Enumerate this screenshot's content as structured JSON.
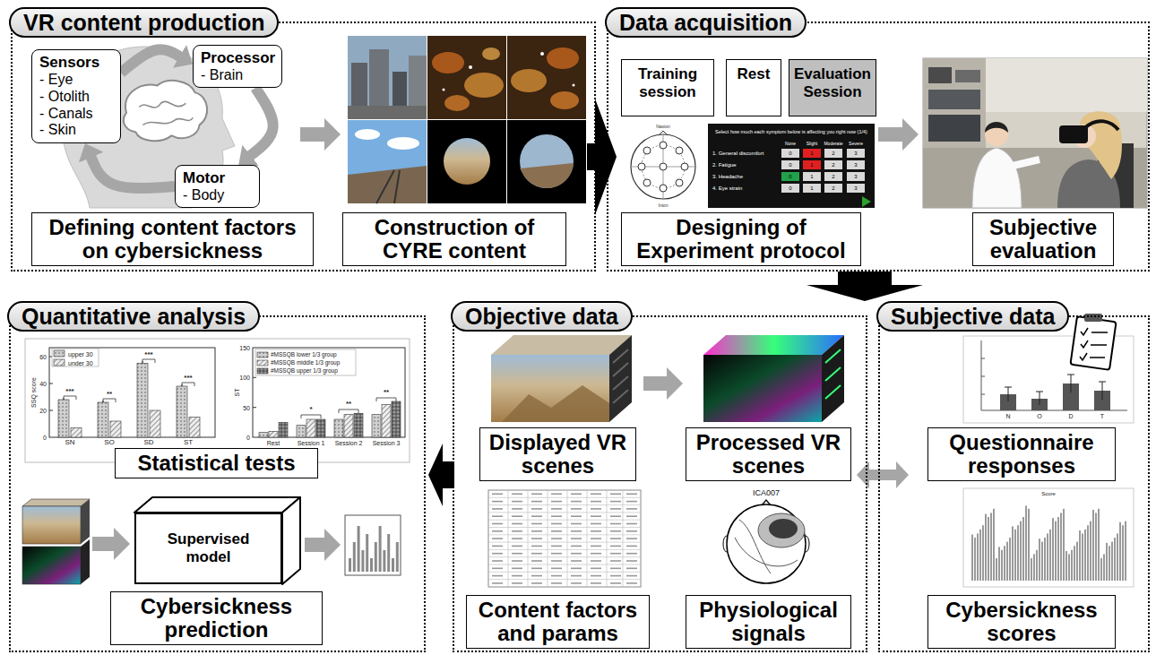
{
  "diagram": {
    "nodes": [
      {
        "text": [
          "VR content production"
        ]
      },
      {
        "text": [
          "Sensors",
          "- Eye",
          "- Otolith",
          "- Canals",
          "- Skin"
        ],
        "in": 0
      },
      {
        "text": [
          "Processor",
          "- Brain"
        ],
        "in": 0
      },
      {
        "text": [
          "Motor",
          "- Body"
        ],
        "in": 0
      },
      {
        "text": [
          "Defining content factors on cybersickness"
        ],
        "in": 0
      },
      {
        "text": [
          "Construction of CYRE content"
        ],
        "in": 0
      },
      {
        "text": [
          "Data acquisition"
        ]
      },
      {
        "text": [
          "Training session"
        ],
        "in": 6
      },
      {
        "text": [
          "Rest"
        ],
        "in": 6
      },
      {
        "text": [
          "Evaluation Session"
        ],
        "in": 6
      },
      {
        "text": [
          "Designing of Experiment protocol"
        ],
        "in": 6
      },
      {
        "text": [
          "Subjective evaluation"
        ],
        "in": 6
      },
      {
        "text": [
          "Quantitative analysis"
        ]
      },
      {
        "text": [
          "Statistical tests"
        ],
        "in": 12
      },
      {
        "text": [
          "Supervised model"
        ],
        "in": 12
      },
      {
        "text": [
          "Cybersickness prediction"
        ],
        "in": 12
      },
      {
        "text": [
          "Objective data"
        ]
      },
      {
        "text": [
          "Displayed VR scenes"
        ],
        "in": 16
      },
      {
        "text": [
          "Processed VR scenes"
        ],
        "in": 16
      },
      {
        "text": [
          "Content factors and params"
        ],
        "in": 16
      },
      {
        "text": [
          "Physiological signals"
        ],
        "in": 16
      },
      {
        "text": [
          "Subjective data"
        ]
      },
      {
        "text": [
          "Questionnaire responses"
        ],
        "in": 21
      },
      {
        "text": [
          "Cybersickness scores"
        ],
        "in": 21
      }
    ],
    "edges": [
      {
        "from": 1,
        "to": 2,
        "arrow": "to"
      },
      {
        "from": 2,
        "to": 3,
        "arrow": "to"
      },
      {
        "from": 3,
        "to": 1,
        "arrow": "to"
      },
      {
        "from": 0,
        "to": 6,
        "arrow": "to"
      },
      {
        "from": 6,
        "to": 16,
        "arrow": "to"
      },
      {
        "from": 16,
        "to": 21,
        "arrow": "both"
      },
      {
        "from": 16,
        "to": 12,
        "arrow": "to"
      }
    ],
    "labels": [
      "Select how much each symptom below is affecting you right now (1/4)",
      "None",
      "Slight",
      "Moderate",
      "Severe",
      "1. General discomfort",
      "0",
      "1",
      "2",
      "3",
      "2. Fatigue",
      "0",
      "1",
      "2",
      "3",
      "3. Headache",
      "0",
      "1",
      "2",
      "3",
      "4. Eye strain",
      "0",
      "1",
      "2",
      "3",
      "Nasion",
      "Inion",
      "upper 30",
      "under 30",
      "SSQ score",
      "60",
      "40",
      "20",
      "0",
      "SN",
      "SO",
      "SD",
      "ST",
      "***",
      "**",
      "***",
      "***",
      "#MSSQB lower 1/3 group",
      "#MSSQB middle 1/3 group",
      "#MSSQB upper 1/3 group",
      "150",
      "100",
      "50",
      "0",
      "ST",
      "Rest",
      "Session 1",
      "Session 2",
      "Session 3",
      "*",
      "**",
      "**",
      "N",
      "O",
      "D",
      "T",
      "ICA007",
      "Score"
    ]
  }
}
